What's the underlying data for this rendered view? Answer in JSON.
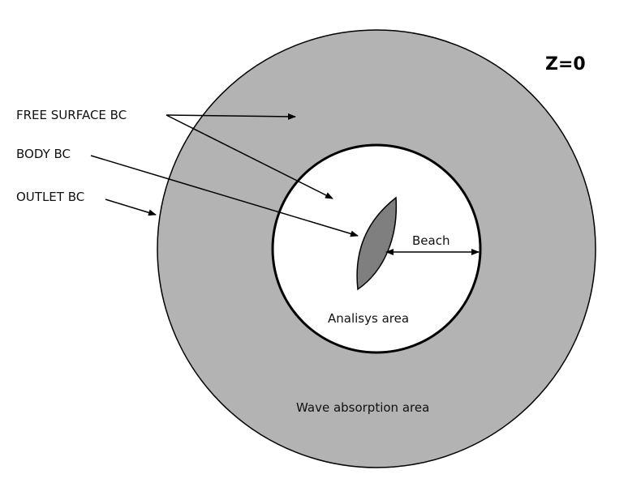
{
  "diagram": {
    "title": "Z=0",
    "labels": {
      "free_surface_bc": "FREE SURFACE BC",
      "body_bc": "BODY BC",
      "outlet_bc": "OUTLET BC",
      "beach": "Beach",
      "analysis_area": "Analisys area",
      "wave_absorption_area": "Wave absorption area"
    },
    "colors": {
      "outer_ring_fill": "#b3b3b3",
      "inner_area_fill": "#ffffff",
      "body_fill": "#7f7f7f",
      "stroke": "#000000"
    }
  }
}
